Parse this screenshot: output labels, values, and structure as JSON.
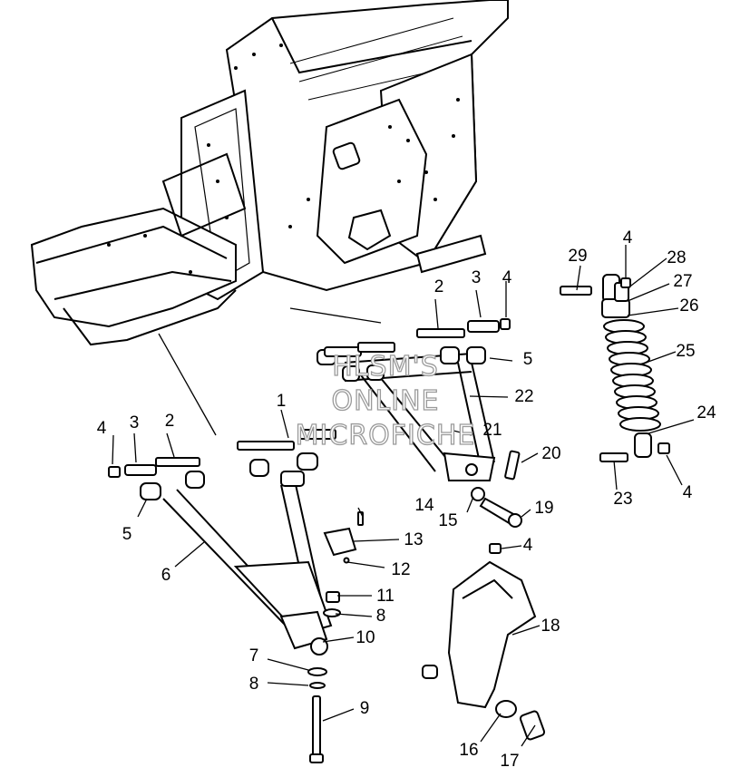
{
  "diagram": {
    "watermark": {
      "line1": "HLSM'S",
      "line2": "ONLINE",
      "line3": "MICROFICHE"
    },
    "callouts": {
      "c1": "1",
      "c2a": "2",
      "c2b": "2",
      "c3a": "3",
      "c3b": "3",
      "c4a": "4",
      "c4b": "4",
      "c4c": "4",
      "c4d": "4",
      "c4e": "4",
      "c5a": "5",
      "c5b": "5",
      "c6": "6",
      "c7": "7",
      "c8a": "8",
      "c8b": "8",
      "c9": "9",
      "c10": "10",
      "c11": "11",
      "c12": "12",
      "c13": "13",
      "c14": "14",
      "c15": "15",
      "c16": "16",
      "c17": "17",
      "c18": "18",
      "c19": "19",
      "c20": "20",
      "c21": "21",
      "c22": "22",
      "c23": "23",
      "c24": "24",
      "c25": "25",
      "c26": "26",
      "c27": "27",
      "c28": "28",
      "c29": "29"
    }
  }
}
